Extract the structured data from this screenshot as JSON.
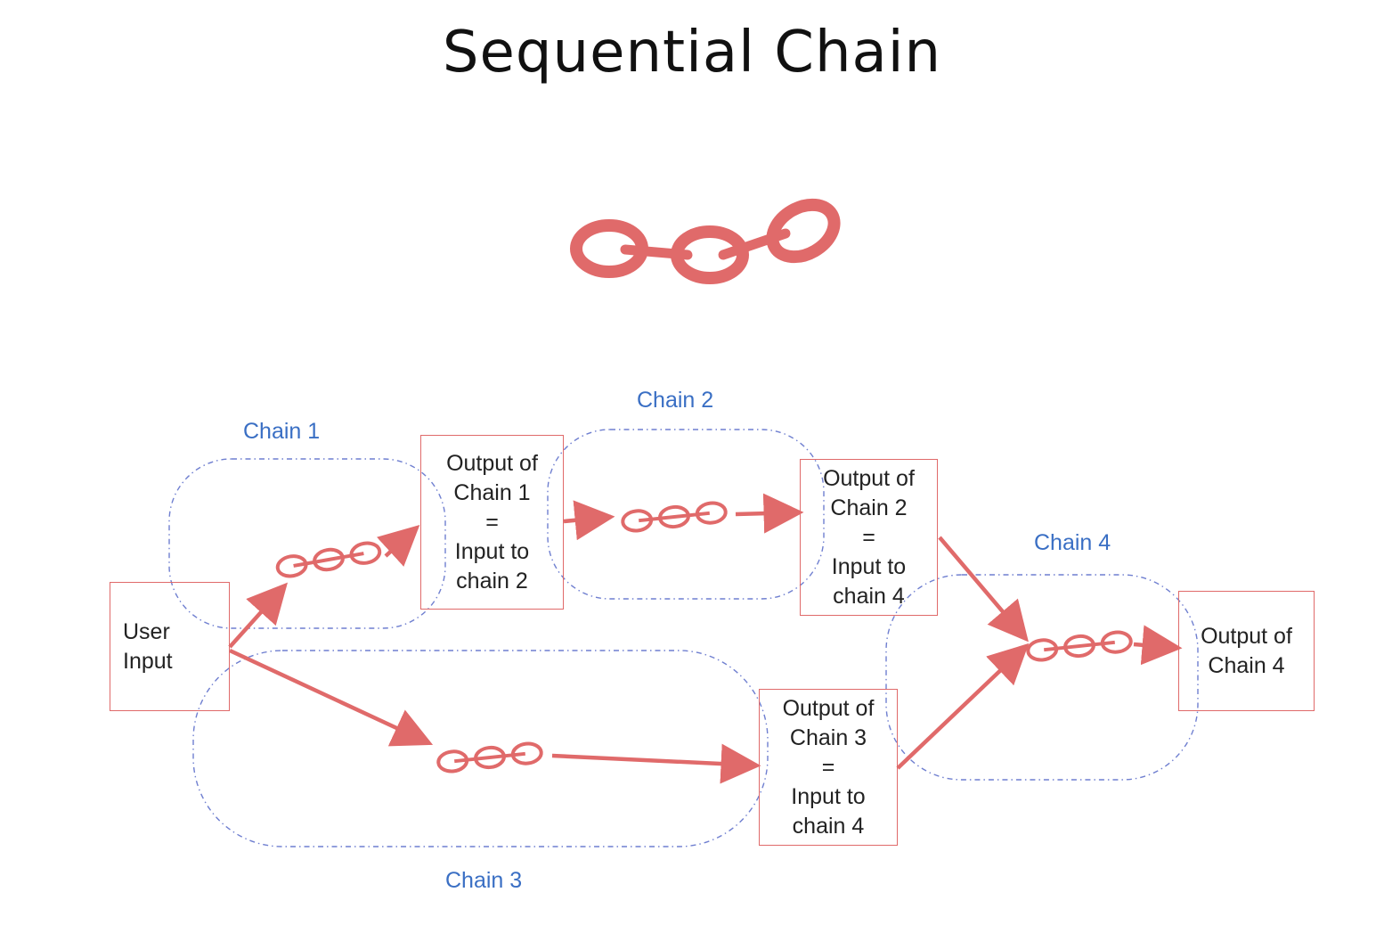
{
  "title": "Sequential Chain",
  "colors": {
    "accent": "#e06a6a",
    "chain_label": "#3a6fc4",
    "group_outline": "#6f7fd0"
  },
  "chain_labels": {
    "c1": "Chain 1",
    "c2": "Chain 2",
    "c3": "Chain 3",
    "c4": "Chain 4"
  },
  "boxes": {
    "user_input": [
      "User",
      "Input"
    ],
    "out1": [
      "Output of",
      "Chain 1",
      "=",
      "Input to",
      "chain 2"
    ],
    "out2": [
      "Output of",
      "Chain 2",
      "=",
      "Input to",
      "chain 4"
    ],
    "out3": [
      "Output of",
      "Chain 3",
      "=",
      "Input to",
      "chain 4"
    ],
    "out4": [
      "Output of",
      "Chain 4"
    ]
  },
  "icons": {
    "chain": "chain-link-icon"
  }
}
